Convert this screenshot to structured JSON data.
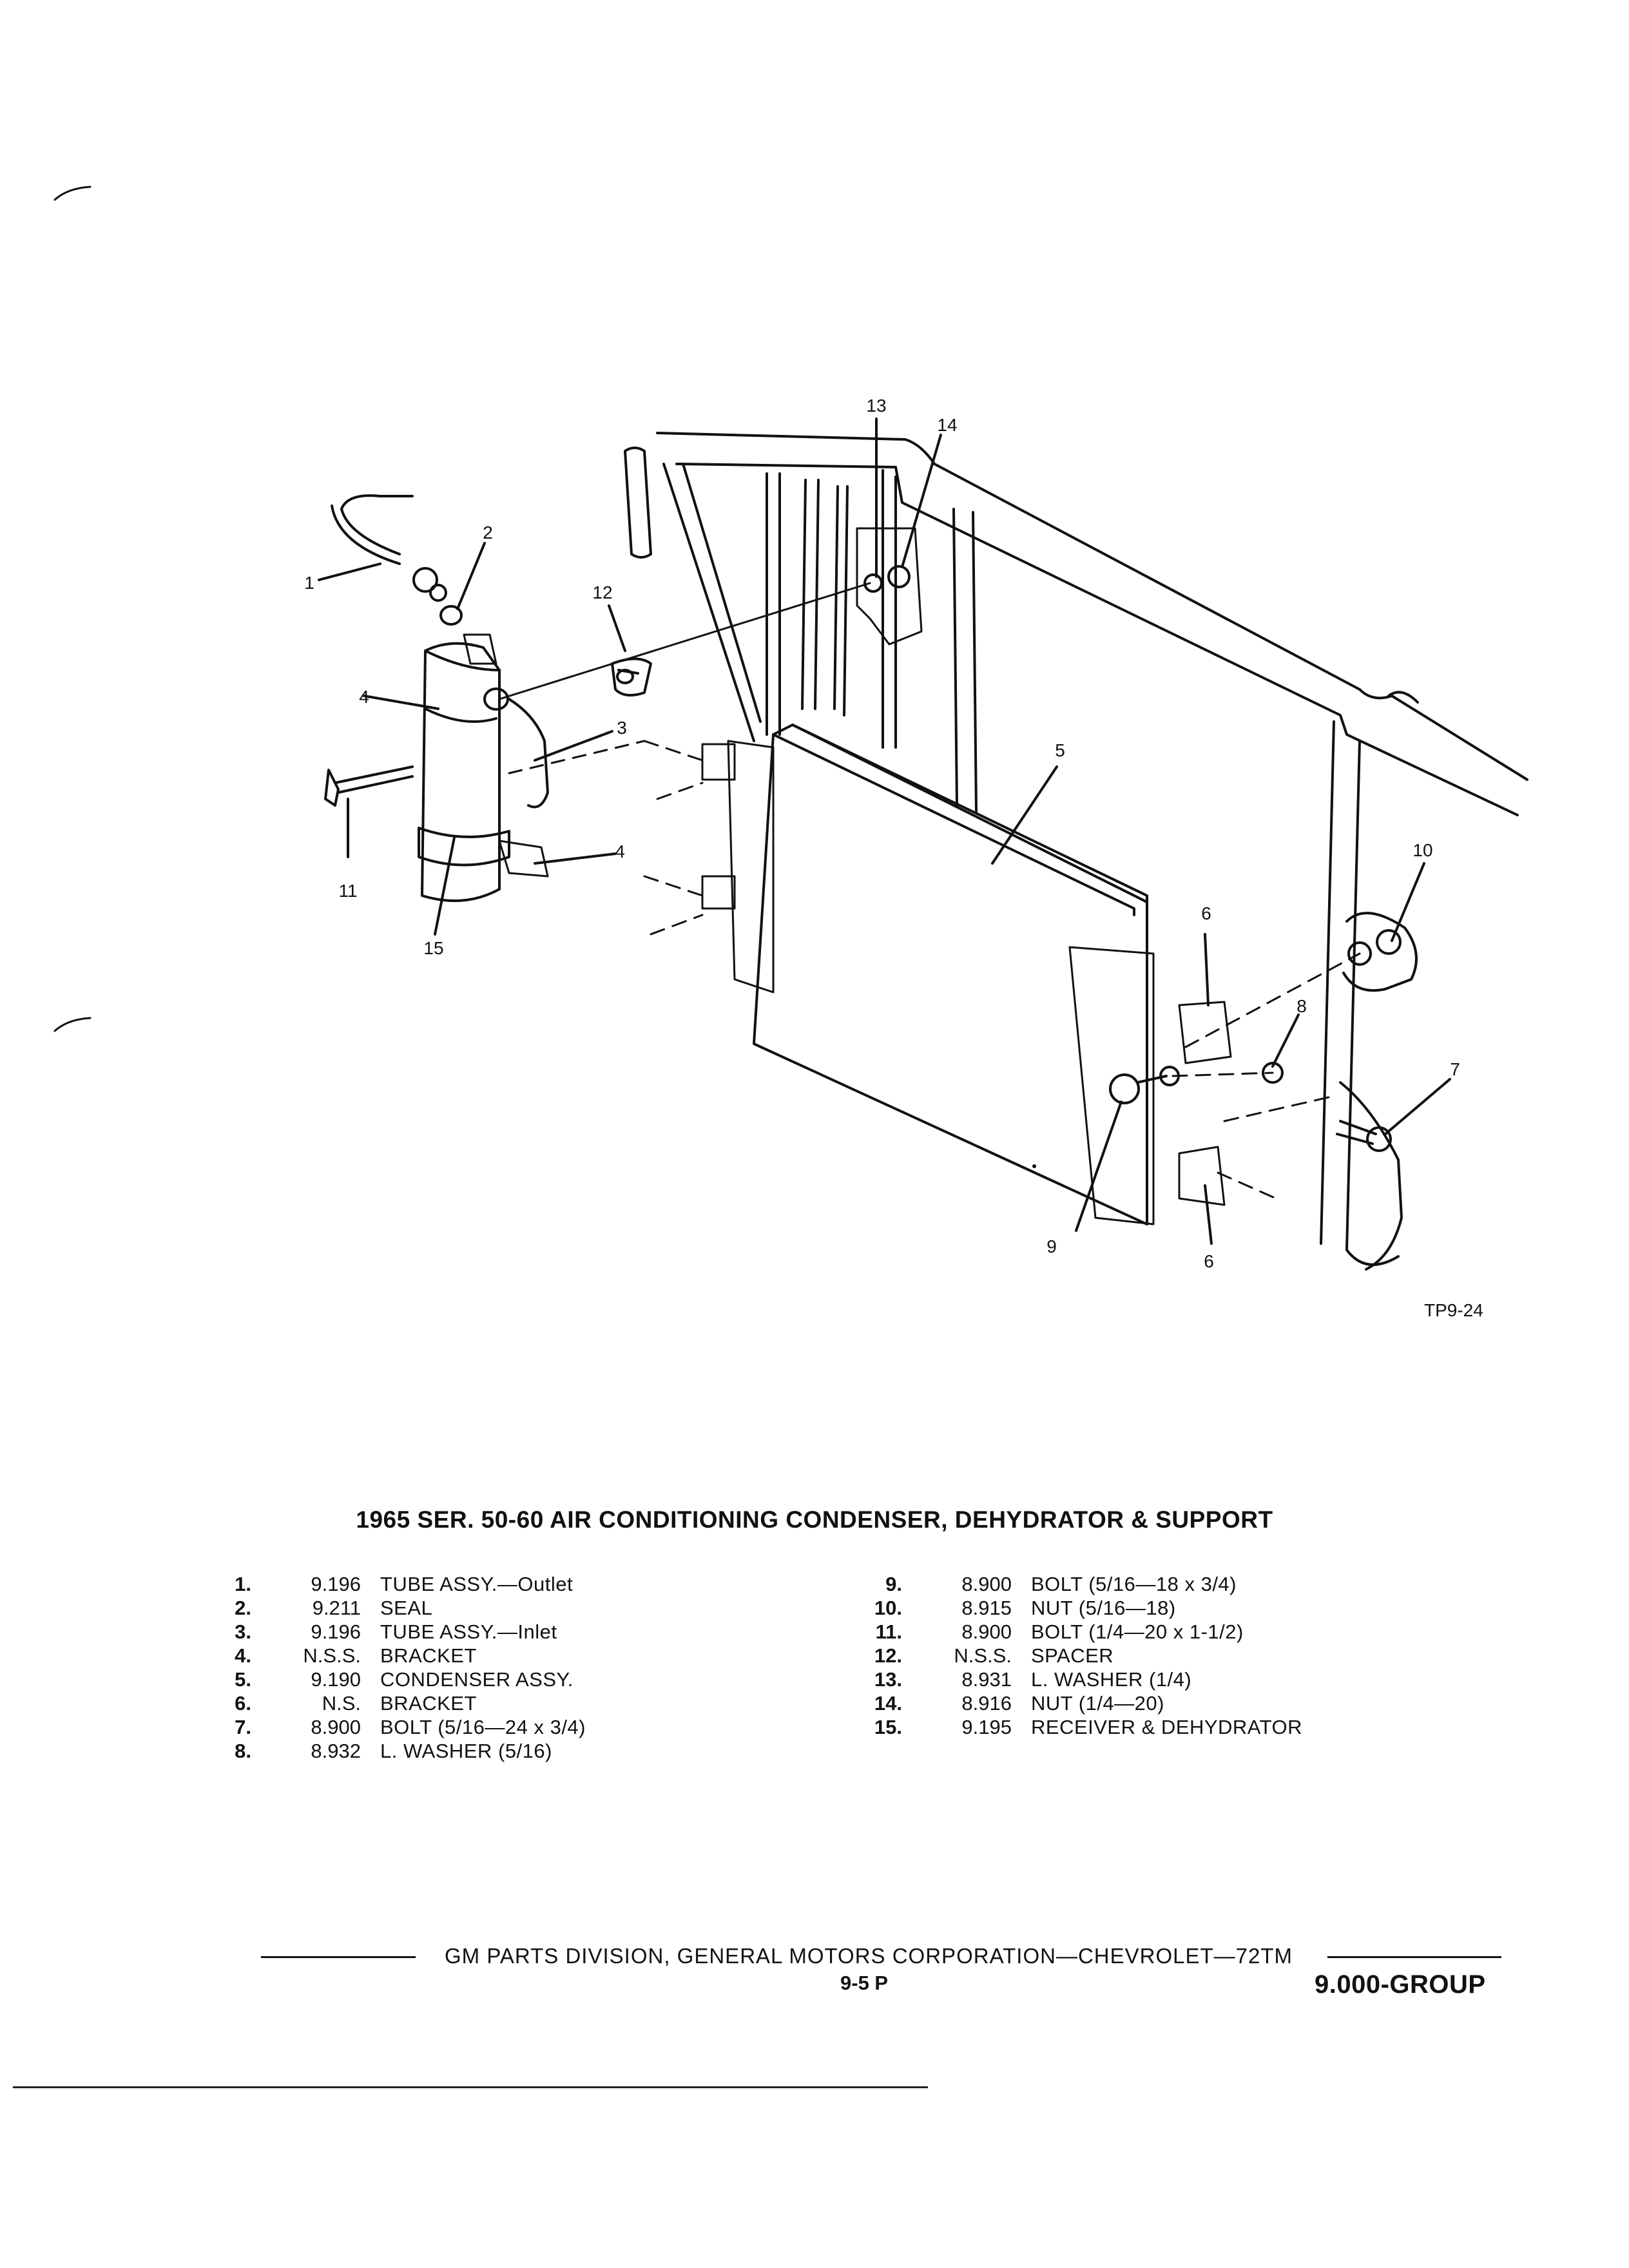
{
  "diagram": {
    "callouts": [
      "1",
      "2",
      "3",
      "4",
      "4",
      "5",
      "6",
      "6",
      "7",
      "8",
      "9",
      "10",
      "11",
      "12",
      "13",
      "14",
      "15"
    ],
    "figure_id": "TP9-24"
  },
  "title": "1965 SER. 50-60 AIR CONDITIONING CONDENSER, DEHYDRATOR & SUPPORT",
  "parts_left": [
    {
      "num": "1.",
      "group": "9.196",
      "desc": "TUBE ASSY.—Outlet"
    },
    {
      "num": "2.",
      "group": "9.211",
      "desc": "SEAL"
    },
    {
      "num": "3.",
      "group": "9.196",
      "desc": "TUBE ASSY.—Inlet"
    },
    {
      "num": "4.",
      "group": "N.S.S.",
      "desc": "BRACKET"
    },
    {
      "num": "5.",
      "group": "9.190",
      "desc": "CONDENSER ASSY."
    },
    {
      "num": "6.",
      "group": "N.S.",
      "desc": "BRACKET"
    },
    {
      "num": "7.",
      "group": "8.900",
      "desc": "BOLT (5/16—24 x 3/4)"
    },
    {
      "num": "8.",
      "group": "8.932",
      "desc": "L. WASHER (5/16)"
    }
  ],
  "parts_right": [
    {
      "num": "9.",
      "group": "8.900",
      "desc": "BOLT (5/16—18 x 3/4)"
    },
    {
      "num": "10.",
      "group": "8.915",
      "desc": "NUT (5/16—18)"
    },
    {
      "num": "11.",
      "group": "8.900",
      "desc": "BOLT (1/4—20 x 1-1/2)"
    },
    {
      "num": "12.",
      "group": "N.S.S.",
      "desc": "SPACER"
    },
    {
      "num": "13.",
      "group": "8.931",
      "desc": "L. WASHER (1/4)"
    },
    {
      "num": "14.",
      "group": "8.916",
      "desc": "NUT (1/4—20)"
    },
    {
      "num": "15.",
      "group": "9.195",
      "desc": "RECEIVER & DEHYDRATOR"
    }
  ],
  "footer": {
    "publisher": "GM PARTS DIVISION, GENERAL MOTORS CORPORATION—CHEVROLET—72TM",
    "page": "9-5 P",
    "group": "9.000-GROUP"
  }
}
